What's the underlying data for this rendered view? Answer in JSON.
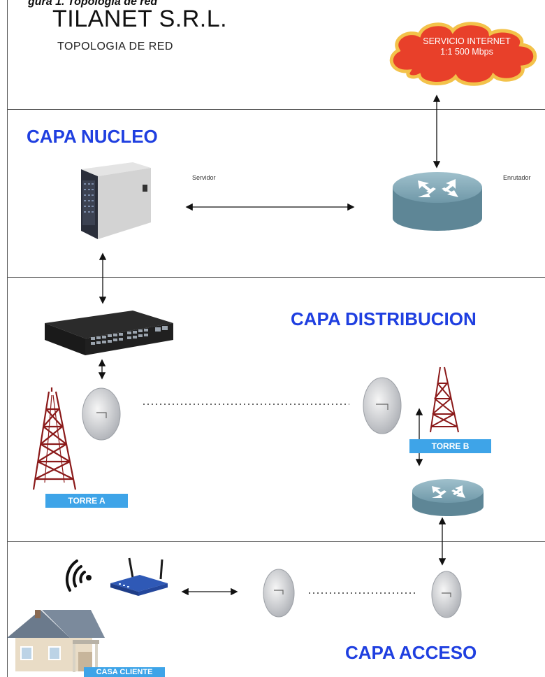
{
  "header": {
    "clipped_title": "gura 1. Topologia de red",
    "title": "TILANET S.R.L.",
    "subtitle": "TOPOLOGIA  DE RED"
  },
  "cloud": {
    "line1": "SERVICIO INTERNET",
    "line2": "1:1  500 Mbps"
  },
  "layers": {
    "core": "CAPA NUCLEO",
    "distribution": "CAPA DISTRIBUCION",
    "access": "CAPA ACCESO"
  },
  "labels": {
    "server": "Servidor",
    "router": "Enrutador",
    "tower_a": "TORRE A",
    "tower_b": "TORRE B",
    "house": "CASA CLIENTE"
  },
  "colors": {
    "layer_title": "#1f3fe0",
    "tag_bg": "#3ea4e8",
    "cloud_fill": "#e8402a",
    "cloud_outline": "#f3c24a",
    "tower": "#8b1a1a"
  }
}
